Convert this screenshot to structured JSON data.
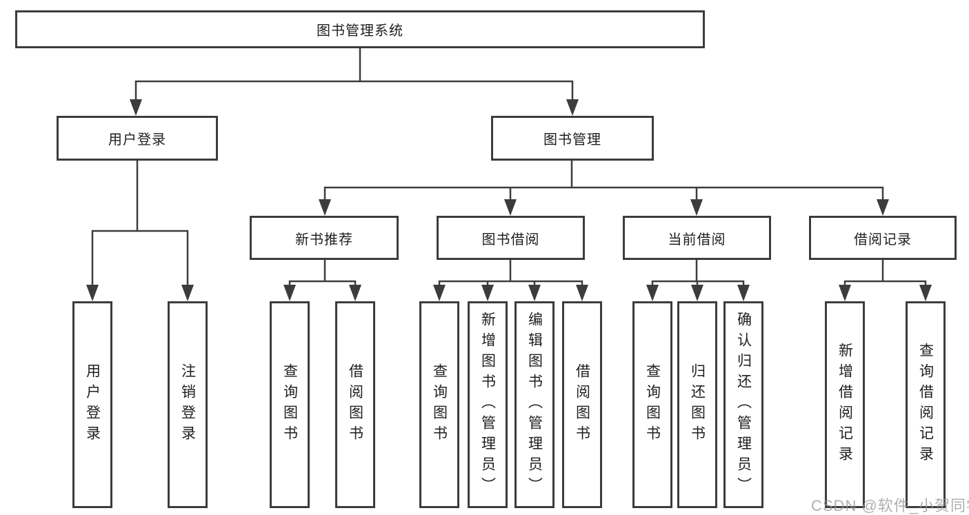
{
  "diagram": {
    "root": {
      "label": "图书管理系统"
    },
    "branches": [
      {
        "label": "用户登录",
        "children": [
          {
            "label": "用户登录"
          },
          {
            "label": "注销登录"
          }
        ]
      },
      {
        "label": "图书管理",
        "children": [
          {
            "label": "新书推荐",
            "children": [
              {
                "label": "查询图书"
              },
              {
                "label": "借阅图书"
              }
            ]
          },
          {
            "label": "图书借阅",
            "children": [
              {
                "label": "查询图书"
              },
              {
                "label": "新增图书（管理员）"
              },
              {
                "label": "编辑图书（管理员）"
              },
              {
                "label": "借阅图书"
              }
            ]
          },
          {
            "label": "当前借阅",
            "children": [
              {
                "label": "查询图书"
              },
              {
                "label": "归还图书"
              },
              {
                "label": "确认归还（管理员）"
              }
            ]
          },
          {
            "label": "借阅记录",
            "children": [
              {
                "label": "新增借阅记录"
              },
              {
                "label": "查询借阅记录"
              }
            ]
          }
        ]
      }
    ]
  },
  "style": {
    "line_color": "#3c3c3c",
    "box_background": "#ffffff",
    "text_color": "#1e1e1e"
  },
  "watermark": {
    "text": "CSDN @软件_小贺同学"
  }
}
